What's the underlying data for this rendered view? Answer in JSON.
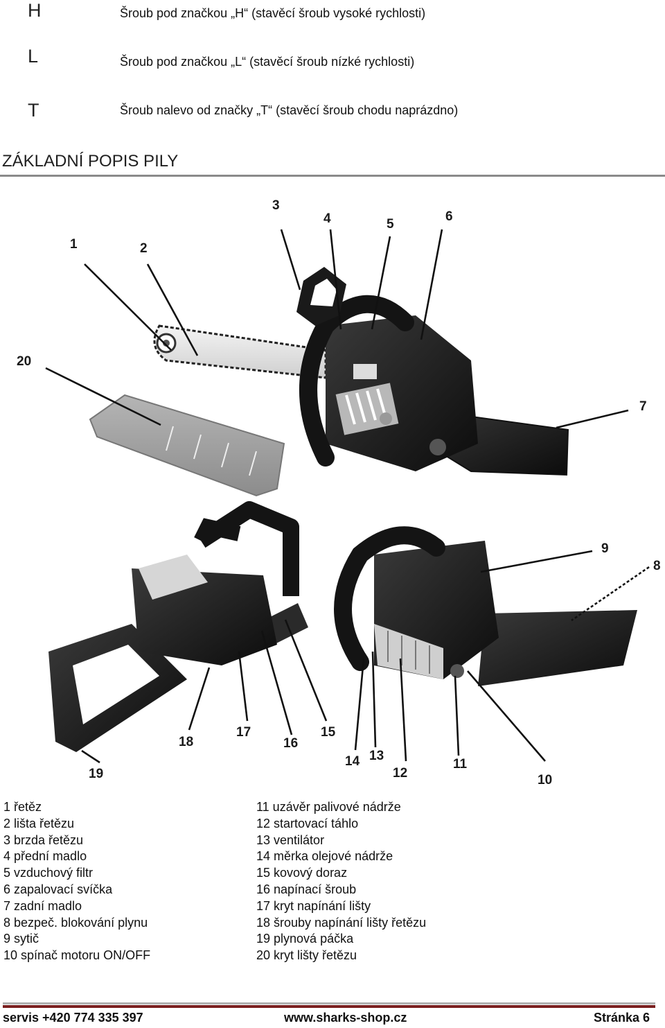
{
  "screws": [
    {
      "letter": "H",
      "text": "Šroub pod značkou „H“ (stavěcí šroub vysoké rychlosti)"
    },
    {
      "letter": "L",
      "text": "Šroub pod značkou „L“ (stavěcí šroub nízké rychlosti)"
    },
    {
      "letter": "T",
      "text": "Šroub nalevo od značky „T“ (stavěcí šroub chodu naprázdno)"
    }
  ],
  "section_title": "ZÁKLADNÍ POPIS PILY",
  "callouts": [
    "1",
    "2",
    "3",
    "4",
    "5",
    "6",
    "7",
    "8",
    "9",
    "10",
    "11",
    "12",
    "13",
    "14",
    "15",
    "16",
    "17",
    "18",
    "19",
    "20"
  ],
  "parts_left": [
    "1 řetěz",
    "2 lišta řetězu",
    "3 brzda řetězu",
    "4 přední madlo",
    "5 vzduchový filtr",
    "6 zapalovací svíčka",
    "7 zadní madlo",
    "8 bezpeč. blokování plynu",
    "9 sytič",
    "10 spínač motoru ON/OFF"
  ],
  "parts_right": [
    "11 uzávěr palivové nádrže",
    "12 startovací táhlo",
    "13 ventilátor",
    "14 měrka olejové nádrže",
    "15 kovový doraz",
    "16 napínací šroub",
    "17 kryt napínání lišty",
    "18 šrouby napínání lišty řetězu",
    "19 plynová páčka",
    "20 kryt lišty řetězu"
  ],
  "footer": {
    "service": "servis +420 774 335 397",
    "website": "www.sharks-shop.cz",
    "page": "Stránka 6"
  }
}
